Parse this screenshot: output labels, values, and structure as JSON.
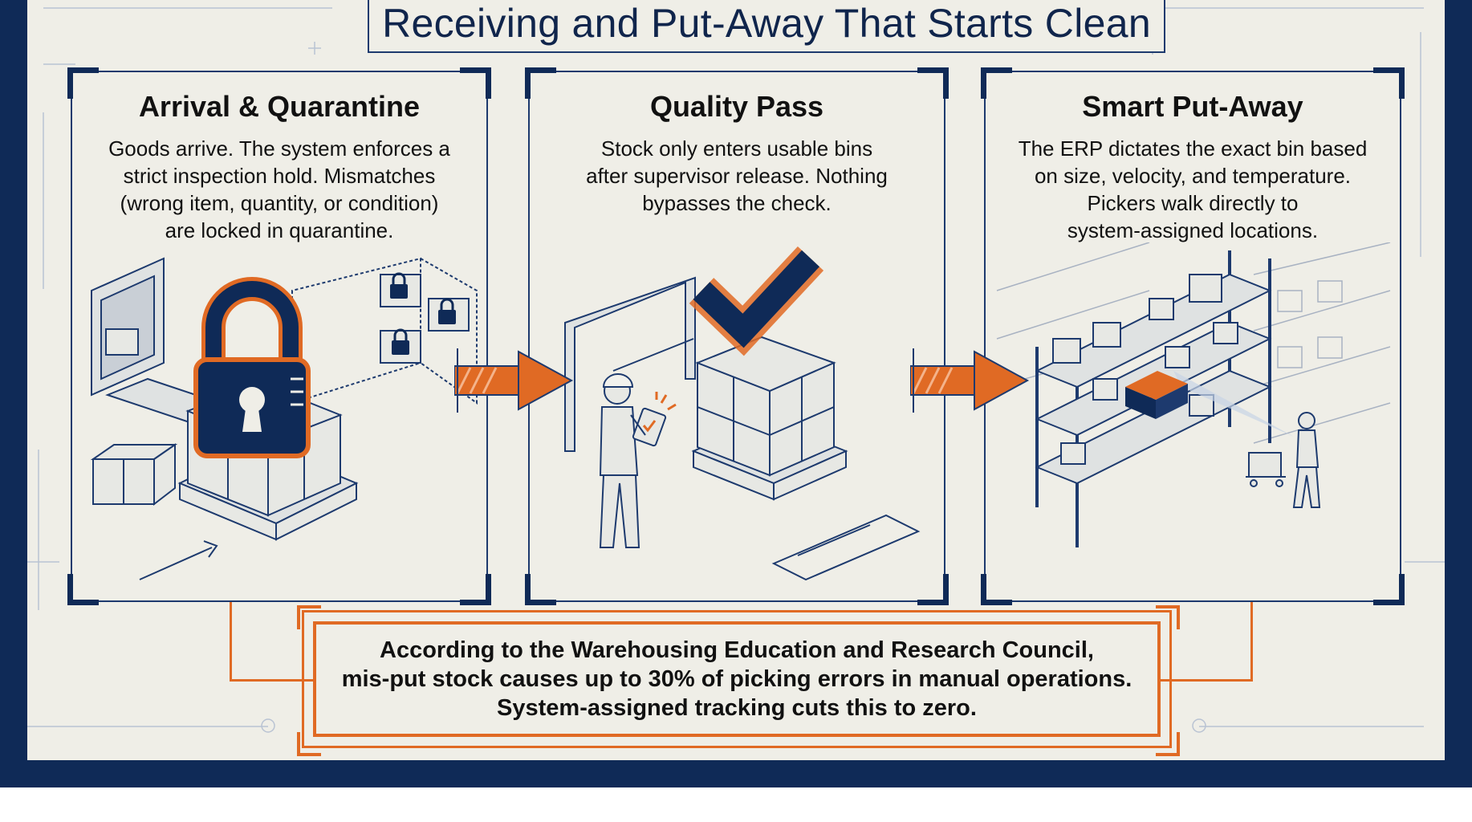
{
  "title": "Receiving and Put-Away That Starts Clean",
  "panels": [
    {
      "heading": "Arrival & Quarantine",
      "lines": [
        "Goods arrive. The system enforces a",
        "strict inspection hold. Mismatches",
        "(wrong item, quantity, or condition)",
        "are locked in quarantine."
      ]
    },
    {
      "heading": "Quality Pass",
      "lines": [
        "Stock only enters usable bins",
        "after supervisor release. Nothing",
        "bypasses the check."
      ]
    },
    {
      "heading": "Smart Put-Away",
      "lines": [
        "The ERP dictates the exact bin based",
        "on size, velocity, and temperature.",
        "Pickers walk directly to",
        "system-assigned locations."
      ]
    }
  ],
  "callout": {
    "lines": [
      "According to the Warehousing Education and Research Council,",
      "mis-put stock causes up to 30% of picking errors in manual operations.",
      "System-assigned tracking cuts this to zero."
    ]
  },
  "colors": {
    "navy": "#0f2a57",
    "orange": "#e06a24",
    "paper": "#efeee7"
  },
  "icons": [
    "padlock-icon",
    "checkmark-icon",
    "arrow-right-icon",
    "pallet-icon",
    "worker-icon",
    "shelving-icon"
  ]
}
